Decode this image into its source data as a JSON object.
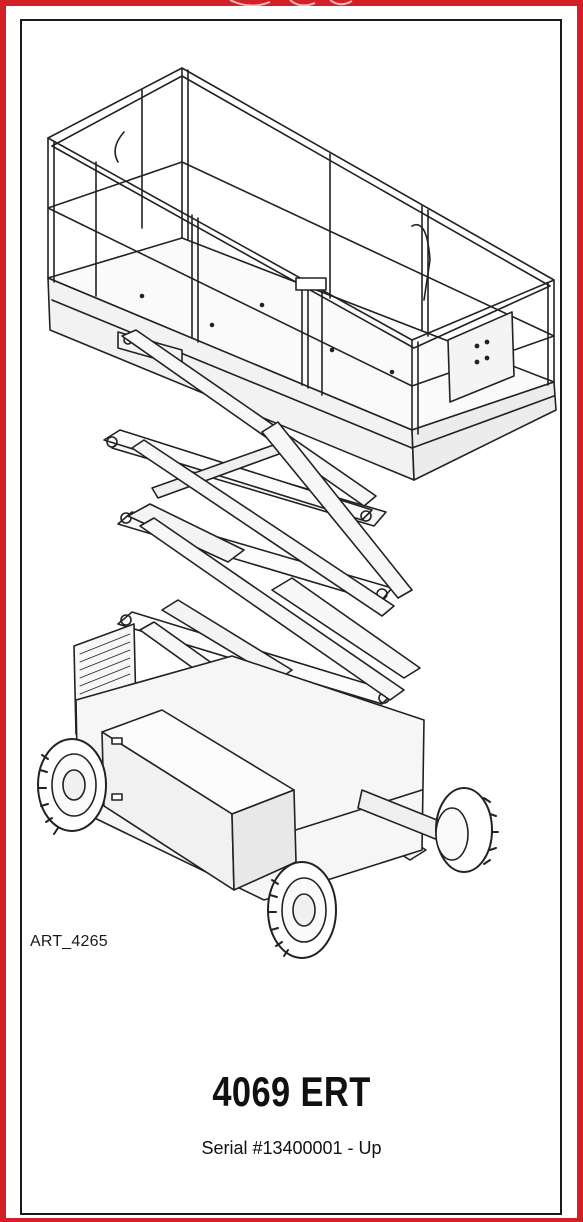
{
  "document": {
    "art_label": "ART_4265",
    "model": "4069 ERT",
    "serial": "Serial #13400001 - Up"
  },
  "colors": {
    "border_red": "#d31f28",
    "frame": "#1a1a1a",
    "background": "#ffffff"
  },
  "icons": {
    "top_emblem": "logo-emblem-fragment",
    "illustration": "scissor-lift-line-drawing"
  }
}
